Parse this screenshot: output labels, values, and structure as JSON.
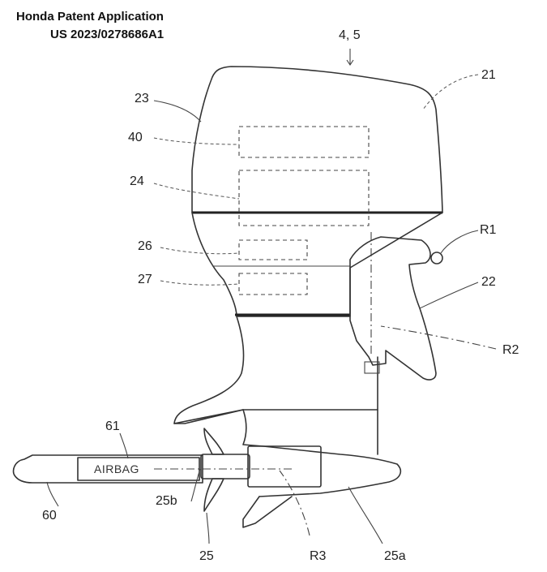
{
  "header": {
    "line1": "Honda Patent Application",
    "line2": "US 2023/0278686A1"
  },
  "labels": {
    "ref_4_5": "4, 5",
    "ref_21": "21",
    "ref_23": "23",
    "ref_40": "40",
    "ref_24": "24",
    "ref_R1": "R1",
    "ref_26": "26",
    "ref_22": "22",
    "ref_27": "27",
    "ref_R2": "R2",
    "ref_61": "61",
    "ref_60": "60",
    "ref_25b": "25b",
    "ref_25": "25",
    "ref_R3": "R3",
    "ref_25a": "25a",
    "airbag": "AIRBAG"
  }
}
